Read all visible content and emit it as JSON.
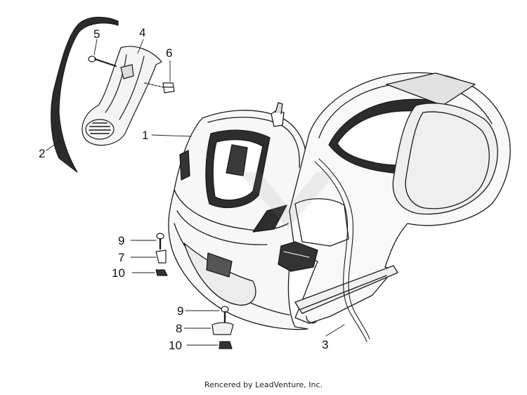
{
  "diagram": {
    "callouts": [
      {
        "id": "c1",
        "label": "1"
      },
      {
        "id": "c2",
        "label": "2"
      },
      {
        "id": "c3",
        "label": "3"
      },
      {
        "id": "c4",
        "label": "4"
      },
      {
        "id": "c5",
        "label": "5"
      },
      {
        "id": "c6",
        "label": "6"
      },
      {
        "id": "c7",
        "label": "7"
      },
      {
        "id": "c8",
        "label": "8"
      },
      {
        "id": "c9a",
        "label": "9"
      },
      {
        "id": "c9b",
        "label": "9"
      },
      {
        "id": "c10a",
        "label": "10"
      },
      {
        "id": "c10b",
        "label": "10"
      }
    ],
    "footer": "Rencered by LeadVenture, Inc.",
    "watermark_icon": "leadventure-logo"
  },
  "colors": {
    "line": "#1a1a1a",
    "background": "#ffffff"
  }
}
